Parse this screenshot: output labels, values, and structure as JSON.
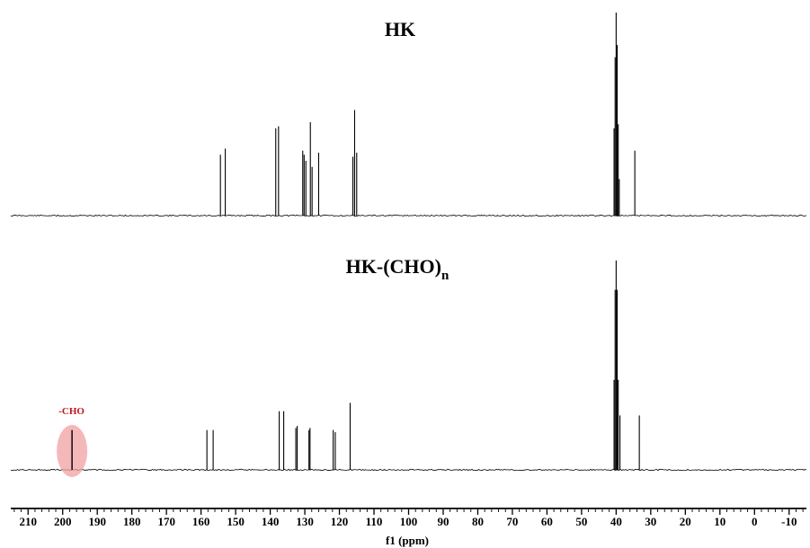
{
  "chart_data": {
    "type": "line",
    "xlabel": "f1 (ppm)",
    "xlim": [
      215,
      -15
    ],
    "x_reversed": true,
    "x_ticks": [
      210,
      200,
      190,
      180,
      170,
      160,
      150,
      140,
      130,
      120,
      110,
      100,
      90,
      80,
      70,
      60,
      50,
      40,
      30,
      20,
      10,
      0,
      -10
    ],
    "series": [
      {
        "name": "HK",
        "peaks": [
          {
            "ppm": 154.4,
            "height": 0.3
          },
          {
            "ppm": 153.0,
            "height": 0.33
          },
          {
            "ppm": 138.4,
            "height": 0.43
          },
          {
            "ppm": 137.6,
            "height": 0.44
          },
          {
            "ppm": 130.6,
            "height": 0.32
          },
          {
            "ppm": 130.2,
            "height": 0.3
          },
          {
            "ppm": 129.7,
            "height": 0.27
          },
          {
            "ppm": 128.4,
            "height": 0.46
          },
          {
            "ppm": 127.9,
            "height": 0.24
          },
          {
            "ppm": 126.0,
            "height": 0.31
          },
          {
            "ppm": 116.1,
            "height": 0.29
          },
          {
            "ppm": 115.6,
            "height": 0.52
          },
          {
            "ppm": 115.0,
            "height": 0.31
          },
          {
            "ppm": 40.6,
            "height": 0.43
          },
          {
            "ppm": 40.3,
            "height": 0.78
          },
          {
            "ppm": 40.0,
            "height": 1.0
          },
          {
            "ppm": 39.7,
            "height": 0.84
          },
          {
            "ppm": 39.4,
            "height": 0.45
          },
          {
            "ppm": 39.1,
            "height": 0.18
          },
          {
            "ppm": 34.6,
            "height": 0.32
          }
        ]
      },
      {
        "name": "HK-(CHO)n",
        "peaks": [
          {
            "ppm": 197.3,
            "height": 0.19
          },
          {
            "ppm": 158.3,
            "height": 0.19
          },
          {
            "ppm": 156.5,
            "height": 0.19
          },
          {
            "ppm": 137.4,
            "height": 0.28
          },
          {
            "ppm": 136.1,
            "height": 0.28
          },
          {
            "ppm": 132.6,
            "height": 0.2
          },
          {
            "ppm": 132.2,
            "height": 0.21
          },
          {
            "ppm": 128.8,
            "height": 0.19
          },
          {
            "ppm": 128.5,
            "height": 0.2
          },
          {
            "ppm": 121.8,
            "height": 0.19
          },
          {
            "ppm": 121.2,
            "height": 0.18
          },
          {
            "ppm": 116.9,
            "height": 0.32
          },
          {
            "ppm": 40.6,
            "height": 0.43
          },
          {
            "ppm": 40.3,
            "height": 0.86
          },
          {
            "ppm": 40.0,
            "height": 1.0
          },
          {
            "ppm": 39.7,
            "height": 0.86
          },
          {
            "ppm": 39.4,
            "height": 0.43
          },
          {
            "ppm": 38.9,
            "height": 0.26
          },
          {
            "ppm": 33.3,
            "height": 0.26
          }
        ]
      }
    ],
    "annotations": [
      {
        "text": "-CHO",
        "ppm": 197.3,
        "series": "HK-(CHO)n",
        "color": "#c0141e",
        "highlight_color": "#f2a0a0"
      }
    ]
  }
}
